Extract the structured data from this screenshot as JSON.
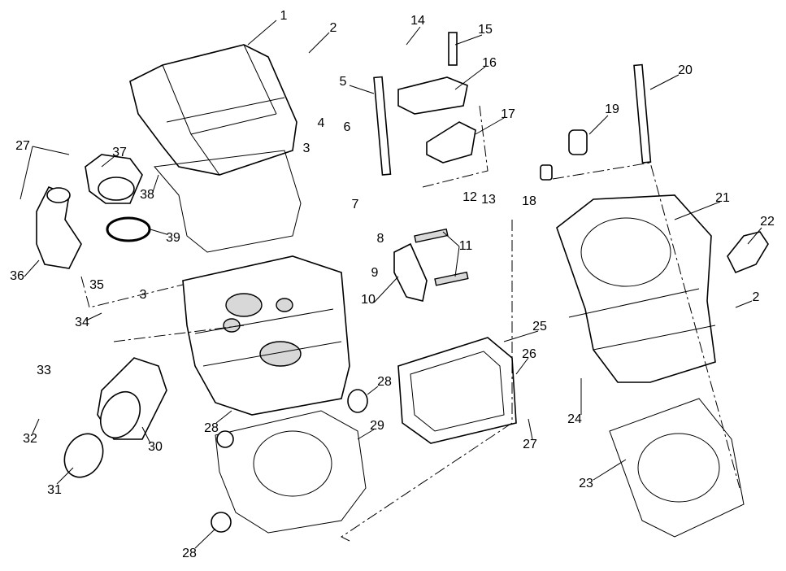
{
  "diagram": {
    "type": "exploded-parts-diagram",
    "callouts": [
      "1",
      "2",
      "14",
      "15",
      "5",
      "16",
      "4",
      "6",
      "3",
      "17",
      "19",
      "20",
      "27",
      "37",
      "38",
      "39",
      "7",
      "12",
      "13",
      "18",
      "21",
      "22",
      "8",
      "11",
      "36",
      "35",
      "3",
      "9",
      "10",
      "2",
      "34",
      "25",
      "26",
      "33",
      "28",
      "28",
      "24",
      "27",
      "32",
      "30",
      "29",
      "23",
      "31",
      "28"
    ]
  }
}
